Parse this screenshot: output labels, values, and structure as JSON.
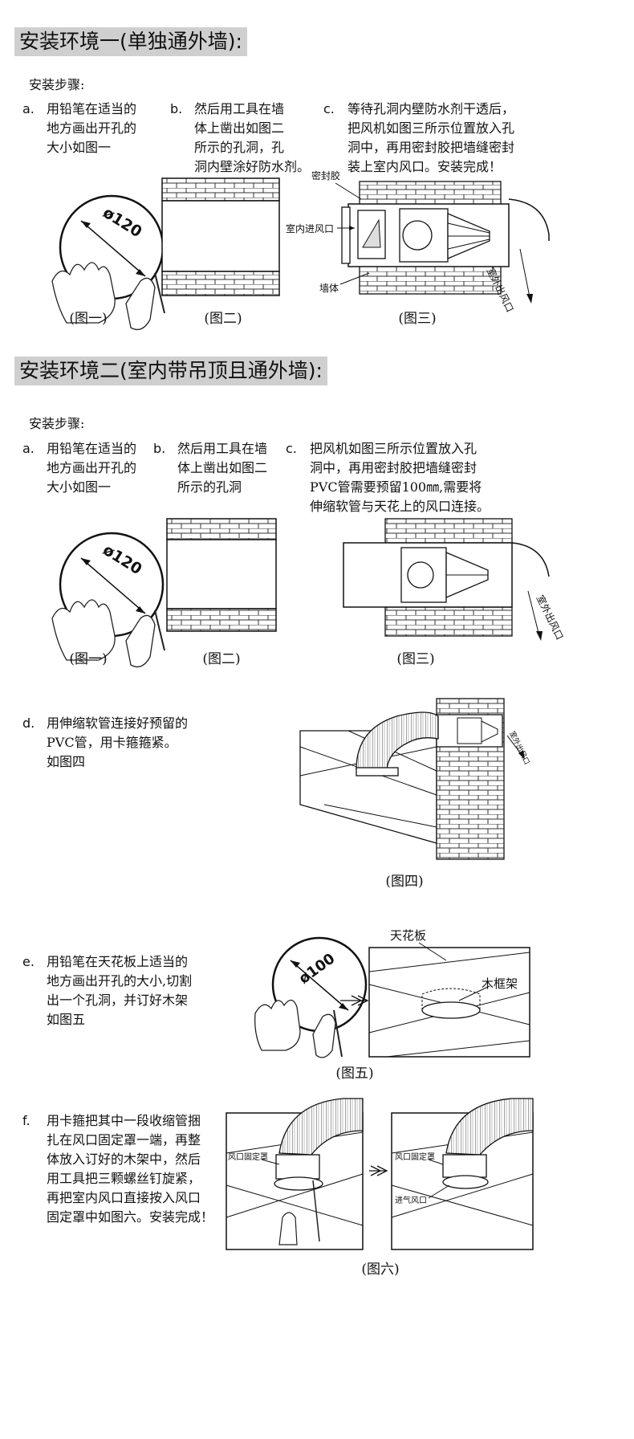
{
  "section1": {
    "title": "安装环境一(单独通外墙):",
    "steps_label": "安装步骤:",
    "step_a": {
      "marker": "a.",
      "text": "用铅笔在适当的\n地方画出开孔的\n大小如图一"
    },
    "step_b": {
      "marker": "b.",
      "text": "然后用工具在墙\n体上凿出如图二\n所示的孔洞，孔\n洞内壁涂好防水剂。"
    },
    "step_c": {
      "marker": "c.",
      "text": "等待孔洞内壁防水剂干透后，\n把风机如图三所示位置放入孔\n洞中，再用密封胶把墙缝密封\n装上室内风口。安装完成！"
    },
    "fig1_dim": "ø120",
    "fig3_labels": {
      "seal": "密封胶",
      "indoor": "室内进风口",
      "wall": "墙体",
      "outdoor": "室外出风口"
    },
    "captions": [
      "(图一)",
      "(图二)",
      "(图三)"
    ]
  },
  "section2": {
    "title": "安装环境二(室内带吊顶且通外墙):",
    "steps_label": "安装步骤:",
    "step_a": {
      "marker": "a.",
      "text": "用铅笔在适当的\n地方画出开孔的\n大小如图一"
    },
    "step_b": {
      "marker": "b.",
      "text": "然后用工具在墙\n体上凿出如图二\n所示的孔洞"
    },
    "step_c": {
      "marker": "c.",
      "text": "把风机如图三所示位置放入孔\n洞中，再用密封胶把墙缝密封\nPVC管需要预留100㎜,需要将\n伸缩软管与天花上的风口连接。"
    },
    "fig1_dim": "ø120",
    "fig3_outdoor": "室外出风口",
    "captions": [
      "(图一)",
      "(图二)",
      "(图三)"
    ],
    "step_d": {
      "marker": "d.",
      "text": "用伸缩软管连接好预留的\nPVC管，用卡箍箍紧。\n如图四"
    },
    "fig4_outdoor": "室外出风口",
    "fig4_caption": "(图四)",
    "step_e": {
      "marker": "e.",
      "text": "用铅笔在天花板上适当的\n地方画出开孔的大小,切割\n出一个孔洞，并订好木架\n如图五"
    },
    "fig5_dim": "ø100",
    "fig5_labels": {
      "ceiling": "天花板",
      "frame": "木框架"
    },
    "fig5_caption": "(图五)",
    "step_f": {
      "marker": "f.",
      "text": "用卡箍把其中一段收缩管捆\n扎在风口固定罩一端，再整\n体放入订好的木架中，然后\n用工具把三颗螺丝钉旋紧，\n再把室内风口直接按入风口\n固定罩中如图六。安装完成！"
    },
    "fig6_labels": {
      "cover_left": "风口固定罩",
      "cover_right": "风口固定罩",
      "inlet": "进气风口"
    },
    "fig6_caption": "(图六)"
  }
}
